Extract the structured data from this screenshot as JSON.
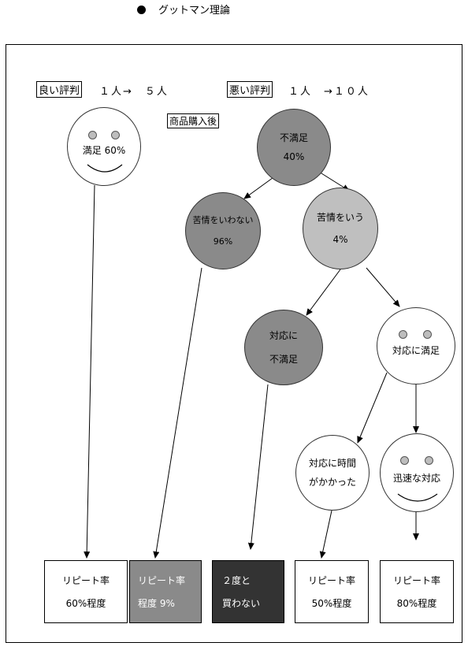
{
  "heading": "グットマン理論",
  "good": {
    "label": "良い評判",
    "text": "１人→　５人"
  },
  "bad": {
    "label": "悪い評判",
    "text": "１人　→１０人"
  },
  "purchase_label": "商品購入後",
  "nodes": {
    "satisfied": {
      "title": "満足",
      "value": "60%"
    },
    "dissatisfied": {
      "title": "不満足",
      "value": "40%"
    },
    "no_complaint": {
      "title": "苦情をいわない",
      "value": "96%"
    },
    "complaint": {
      "title": "苦情をいう",
      "value": "4%"
    },
    "response_dissatisfied": {
      "line1": "対応に",
      "line2": "不満足"
    },
    "response_satisfied": {
      "title": "対応に満足"
    },
    "slow_response": {
      "line1": "対応に時間",
      "line2": "がかかった"
    },
    "quick_response": {
      "title": "迅速な対応"
    }
  },
  "results": [
    {
      "line1": "リピート率",
      "line2": "60%程度"
    },
    {
      "line1": "リピート率",
      "line2": "程度 9%"
    },
    {
      "line1": "２度と",
      "line2": "買わない"
    },
    {
      "line1": "リピート率",
      "line2": "50%程度"
    },
    {
      "line1": "リピート率",
      "line2": "80%程度"
    }
  ],
  "colors": {
    "dark_gray": "#8a8a8a",
    "mid_gray": "#9a9a9a",
    "light_gray": "#bfbfbf",
    "black_box": "#333333",
    "white": "#ffffff"
  }
}
